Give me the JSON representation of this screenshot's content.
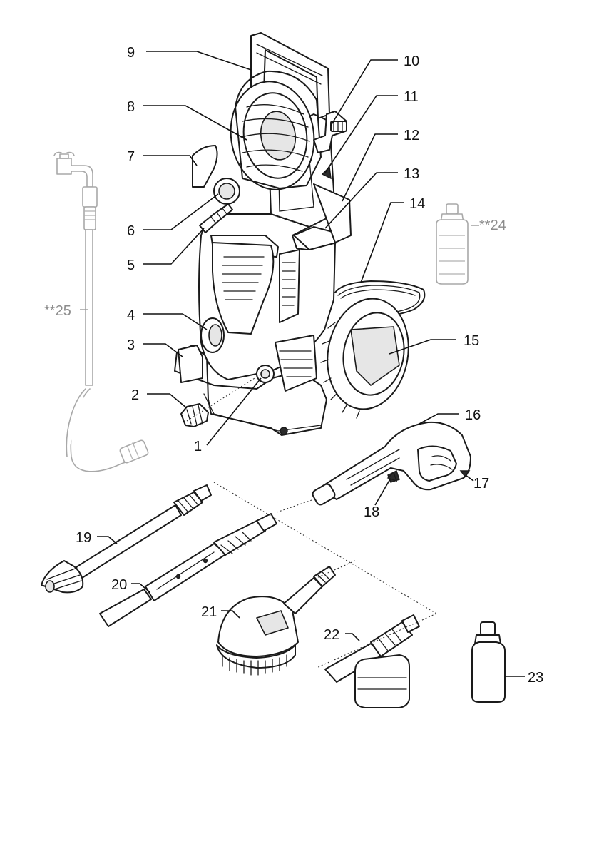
{
  "diagram": {
    "callouts": [
      {
        "id": "c1",
        "text": "1"
      },
      {
        "id": "c2",
        "text": "2"
      },
      {
        "id": "c3",
        "text": "3"
      },
      {
        "id": "c4",
        "text": "4"
      },
      {
        "id": "c5",
        "text": "5"
      },
      {
        "id": "c6",
        "text": "6"
      },
      {
        "id": "c7",
        "text": "7"
      },
      {
        "id": "c8",
        "text": "8"
      },
      {
        "id": "c9",
        "text": "9"
      },
      {
        "id": "c10",
        "text": "10"
      },
      {
        "id": "c11",
        "text": "11"
      },
      {
        "id": "c12",
        "text": "12"
      },
      {
        "id": "c13",
        "text": "13"
      },
      {
        "id": "c14",
        "text": "14"
      },
      {
        "id": "c15",
        "text": "15"
      },
      {
        "id": "c16",
        "text": "16"
      },
      {
        "id": "c17",
        "text": "17"
      },
      {
        "id": "c18",
        "text": "18"
      },
      {
        "id": "c19",
        "text": "19"
      },
      {
        "id": "c20",
        "text": "20"
      },
      {
        "id": "c21",
        "text": "21"
      },
      {
        "id": "c22",
        "text": "22"
      },
      {
        "id": "c23",
        "text": "23"
      },
      {
        "id": "c24",
        "text": "**24"
      },
      {
        "id": "c25",
        "text": "**25"
      }
    ]
  },
  "colors": {
    "line": "#111111",
    "optional_accessory": "#8c8c8c",
    "background": "#ffffff"
  }
}
